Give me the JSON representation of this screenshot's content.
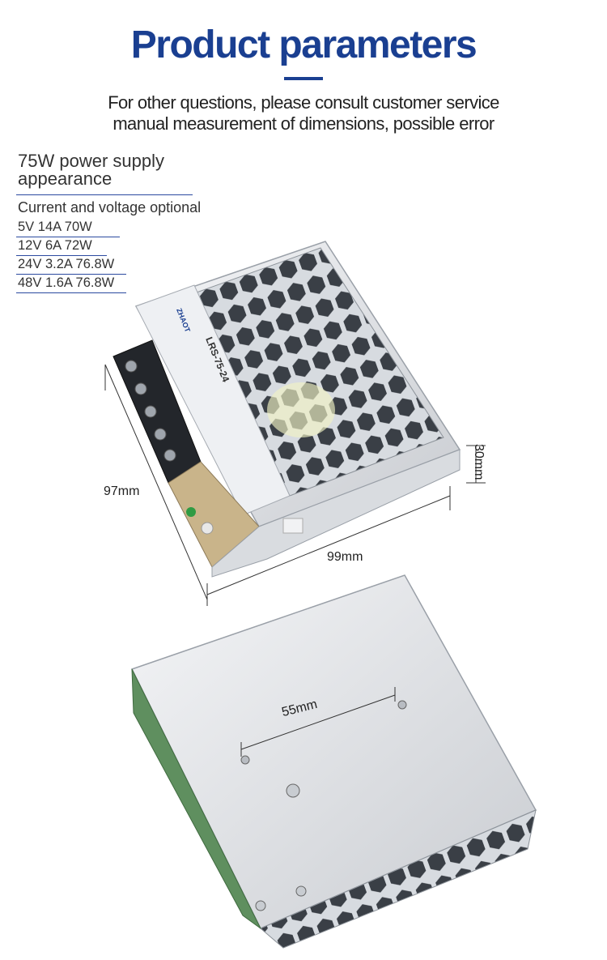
{
  "header": {
    "title": "Product parameters",
    "subtitle_line1": "For other questions, please consult customer service",
    "subtitle_line2": "manual measurement of dimensions, possible error"
  },
  "specs": {
    "heading": "75W power supply appearance",
    "note": "Current and voltage optional",
    "items": [
      "5V 14A 70W",
      "12V 6A 72W",
      "24V 3.2A 76.8W",
      "48V 1.6A 76.8W"
    ]
  },
  "dimensions": {
    "depth": "97mm",
    "width": "99mm",
    "height": "30mm",
    "hole_spacing": "55mm"
  },
  "product_label": {
    "brand": "ZHAOT",
    "model": "LRS-75-24"
  },
  "colors": {
    "title": "#1a3f91",
    "rule": "#2b4aa0"
  }
}
